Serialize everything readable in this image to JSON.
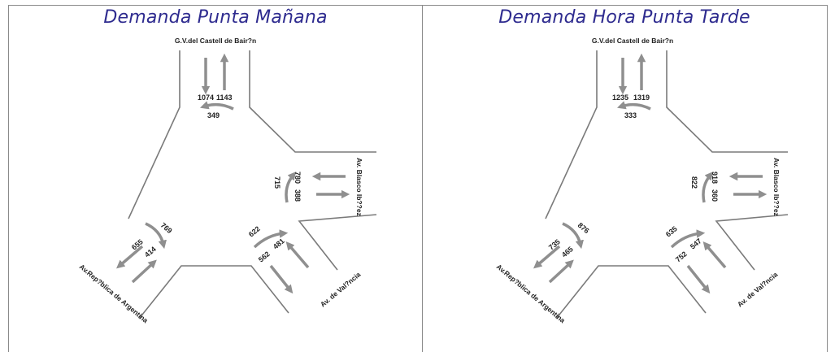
{
  "panels": [
    {
      "title": "Demanda Punta Mañana",
      "streets": {
        "north": "G.V.del Castell de Bair?n",
        "east": "Av. Blasco Ib??ez",
        "southeast": "Av. de Val?ncia",
        "southwest": "Av.Rep?blica de Argentina"
      },
      "volumes": {
        "north_in": "1074",
        "north_out": "1143",
        "north_turn": "349",
        "east_a": "780",
        "east_b": "388",
        "east_turn": "715",
        "se_a": "622",
        "se_b": "481",
        "se_c": "562",
        "sw_a": "769",
        "sw_b": "655",
        "sw_c": "414"
      }
    },
    {
      "title": "Demanda Hora Punta Tarde",
      "streets": {
        "north": "G.V.del Castell de Bair?n",
        "east": "Av. Blasco Ib??ez",
        "southeast": "Av. de Val?ncia",
        "southwest": "Av.Rep?blica de Argentina"
      },
      "volumes": {
        "north_in": "1235",
        "north_out": "1319",
        "north_turn": "333",
        "east_a": "918",
        "east_b": "360",
        "east_turn": "822",
        "se_a": "635",
        "se_b": "547",
        "se_c": "752",
        "sw_a": "876",
        "sw_b": "735",
        "sw_c": "465"
      }
    }
  ]
}
